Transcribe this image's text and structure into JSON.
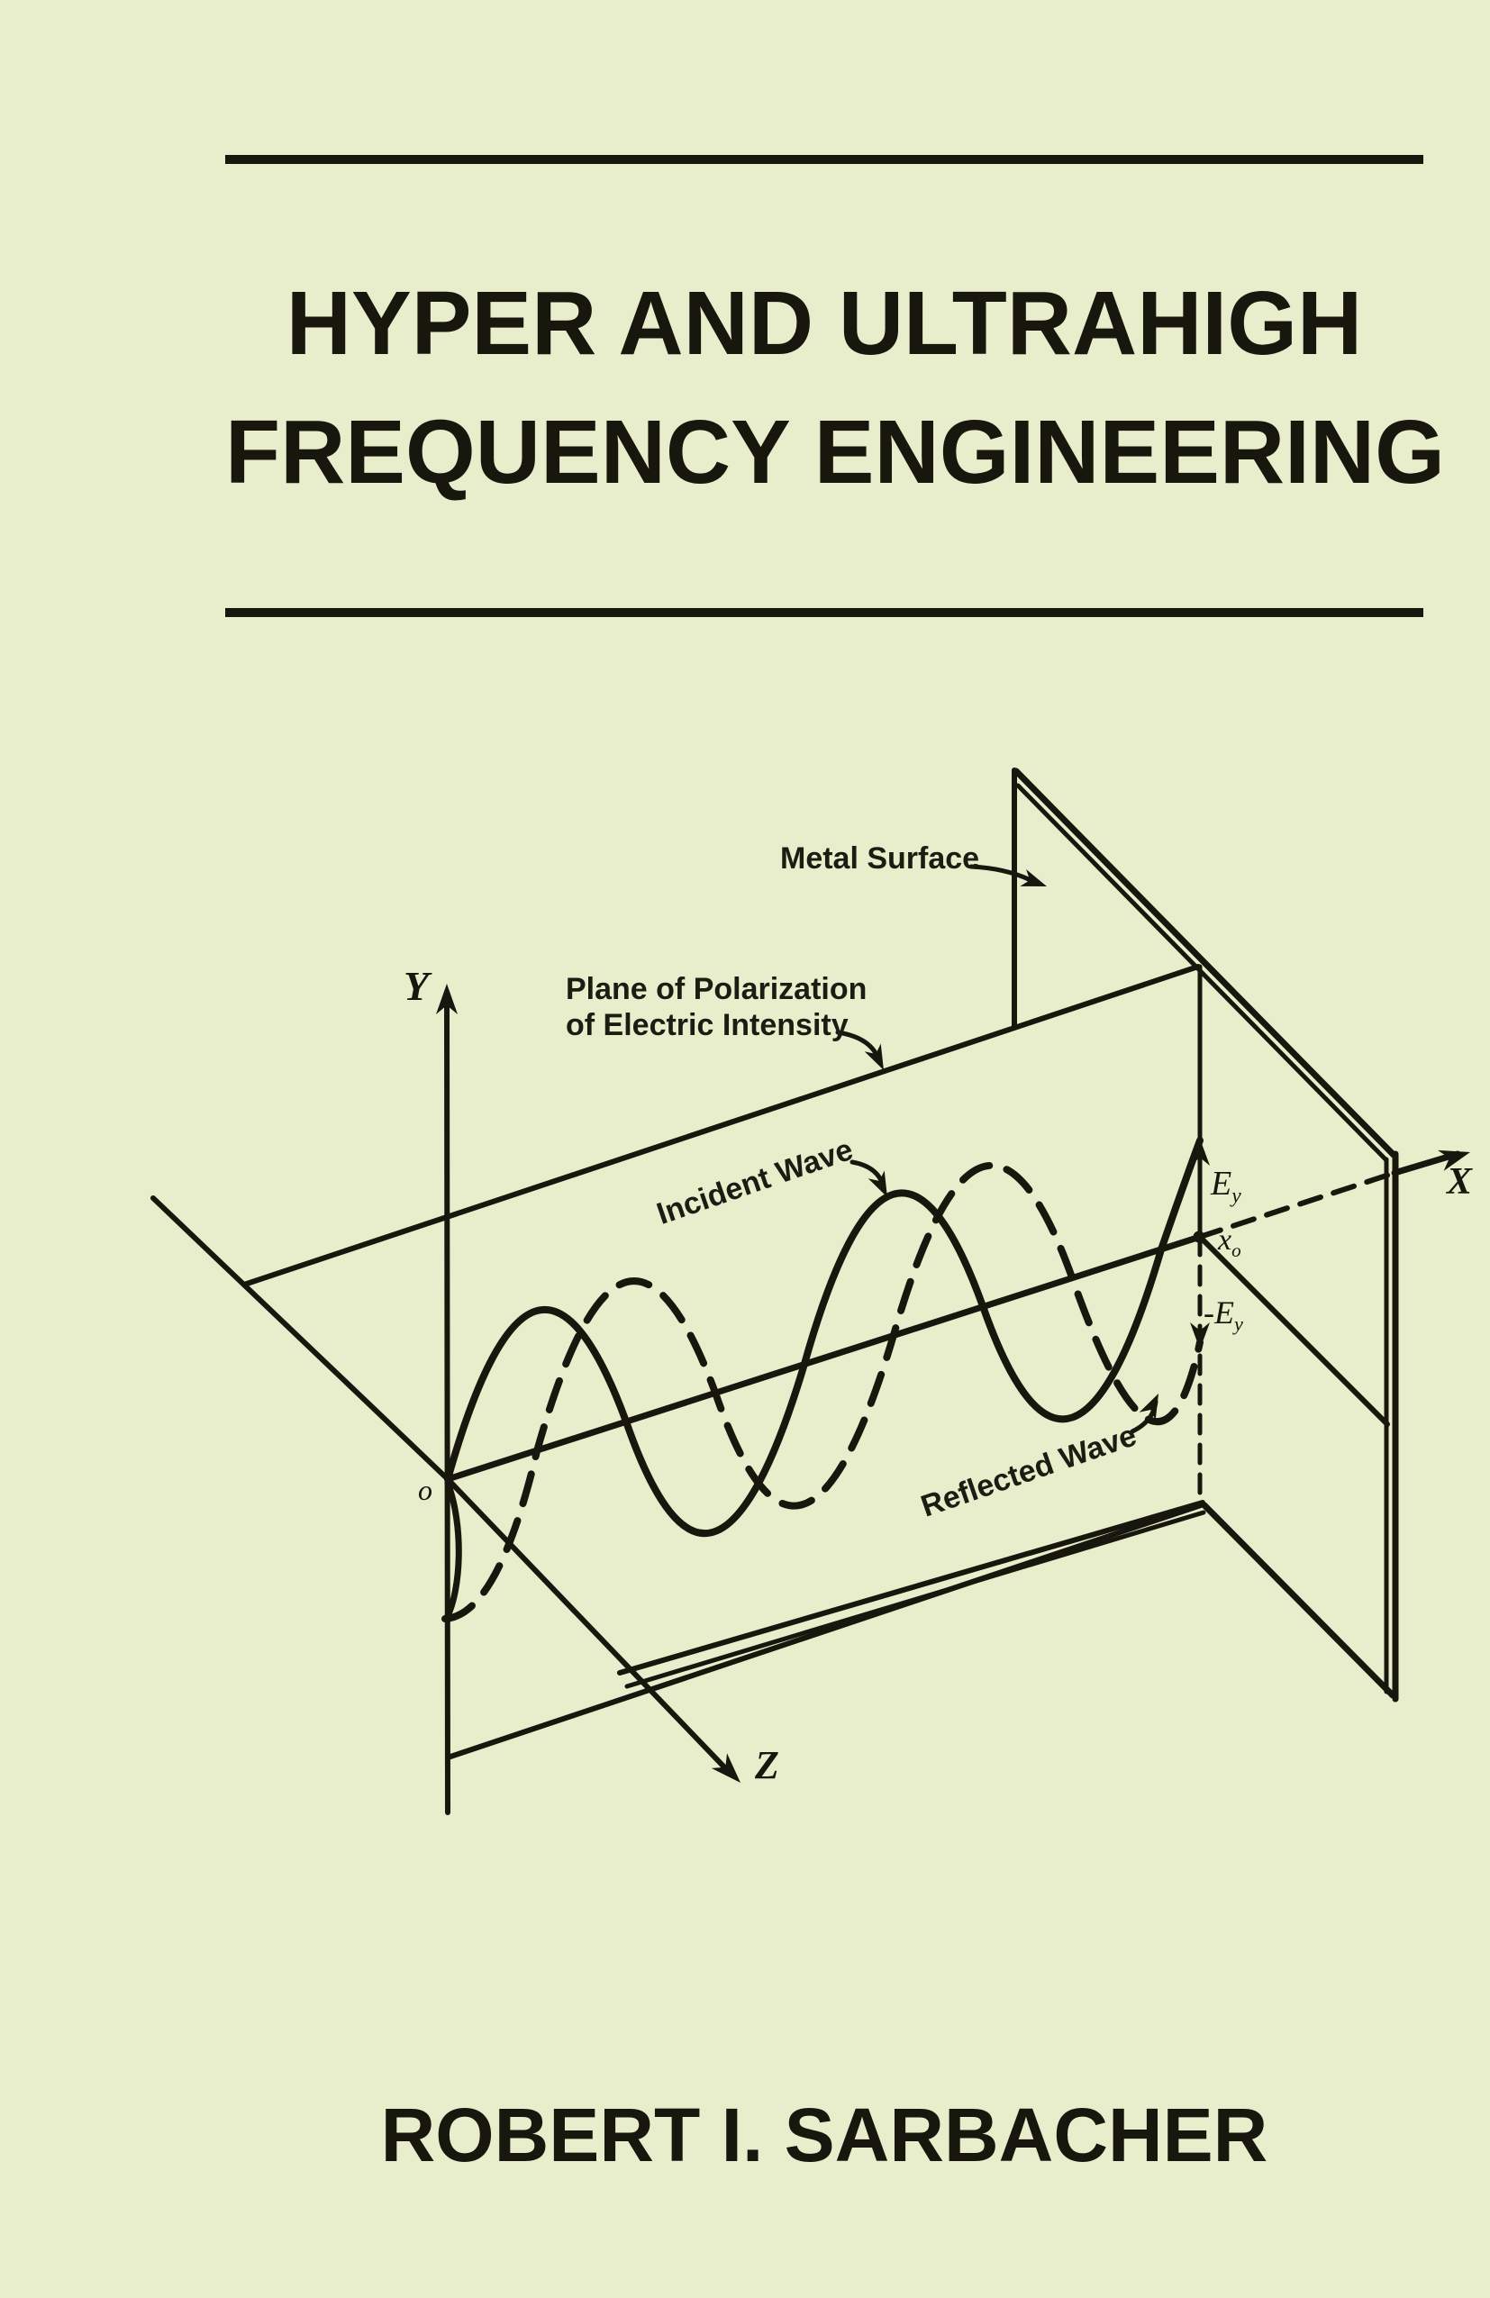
{
  "page": {
    "background": "#e8edcb",
    "ink": "#17170e"
  },
  "title": {
    "line1": "HYPER AND ULTRAHIGH",
    "line2": "FREQUENCY ENGINEERING"
  },
  "author": {
    "name": "ROBERT I. SARBACHER"
  },
  "diagram": {
    "labels": {
      "metal_surface": "Metal Surface",
      "plane_line1": "Plane of Polarization",
      "plane_line2": "of Electric Intensity",
      "incident_wave": "Incident Wave",
      "reflected_wave": "Reflected Wave",
      "axis_y": "Y",
      "axis_x": "X",
      "axis_z": "Z",
      "origin": "o",
      "ey_main": "E",
      "ey_sub": "y",
      "xo_main": "x",
      "xo_sub": "o",
      "neg_ey_main": "-E",
      "neg_ey_sub": "y"
    }
  }
}
